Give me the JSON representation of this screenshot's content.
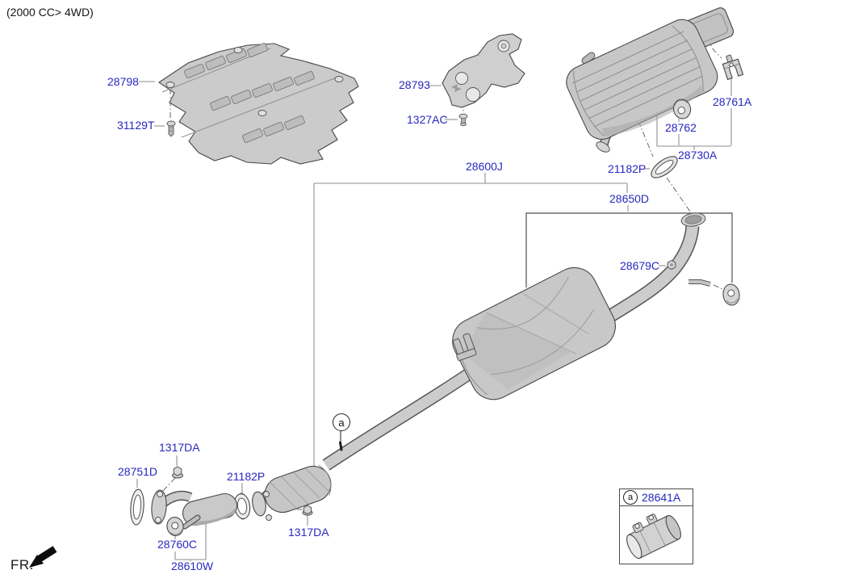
{
  "title": "(2000 CC> 4WD)",
  "direction_label": "FR.",
  "view_marker": "a",
  "labels": {
    "heat_shield": "28798",
    "shield_screw": "31129T",
    "mount_bracket": "28793",
    "bracket_screw": "1327AC",
    "tail_clamp": "28761A",
    "muffler_hanger": "28762",
    "rear_muffler_assy": "28730A",
    "rear_gasket": "21182P",
    "exhaust_assy": "28600J",
    "center_muffler_assy": "28650D",
    "pipe_nut": "28679C",
    "front_nut": "1317DA",
    "front_gasket": "28751D",
    "center_gasket": "21182P",
    "cat_nut": "1317DA",
    "front_hanger": "28760C",
    "front_pipe_assy": "28610W"
  },
  "legend": {
    "marker": "a",
    "code": "28641A"
  },
  "colors": {
    "label_blue": "#2828c0",
    "line_gray": "#8f8f8f",
    "part_fill": "#c9c9c9",
    "part_outline": "#474747",
    "text_black": "#161616"
  }
}
